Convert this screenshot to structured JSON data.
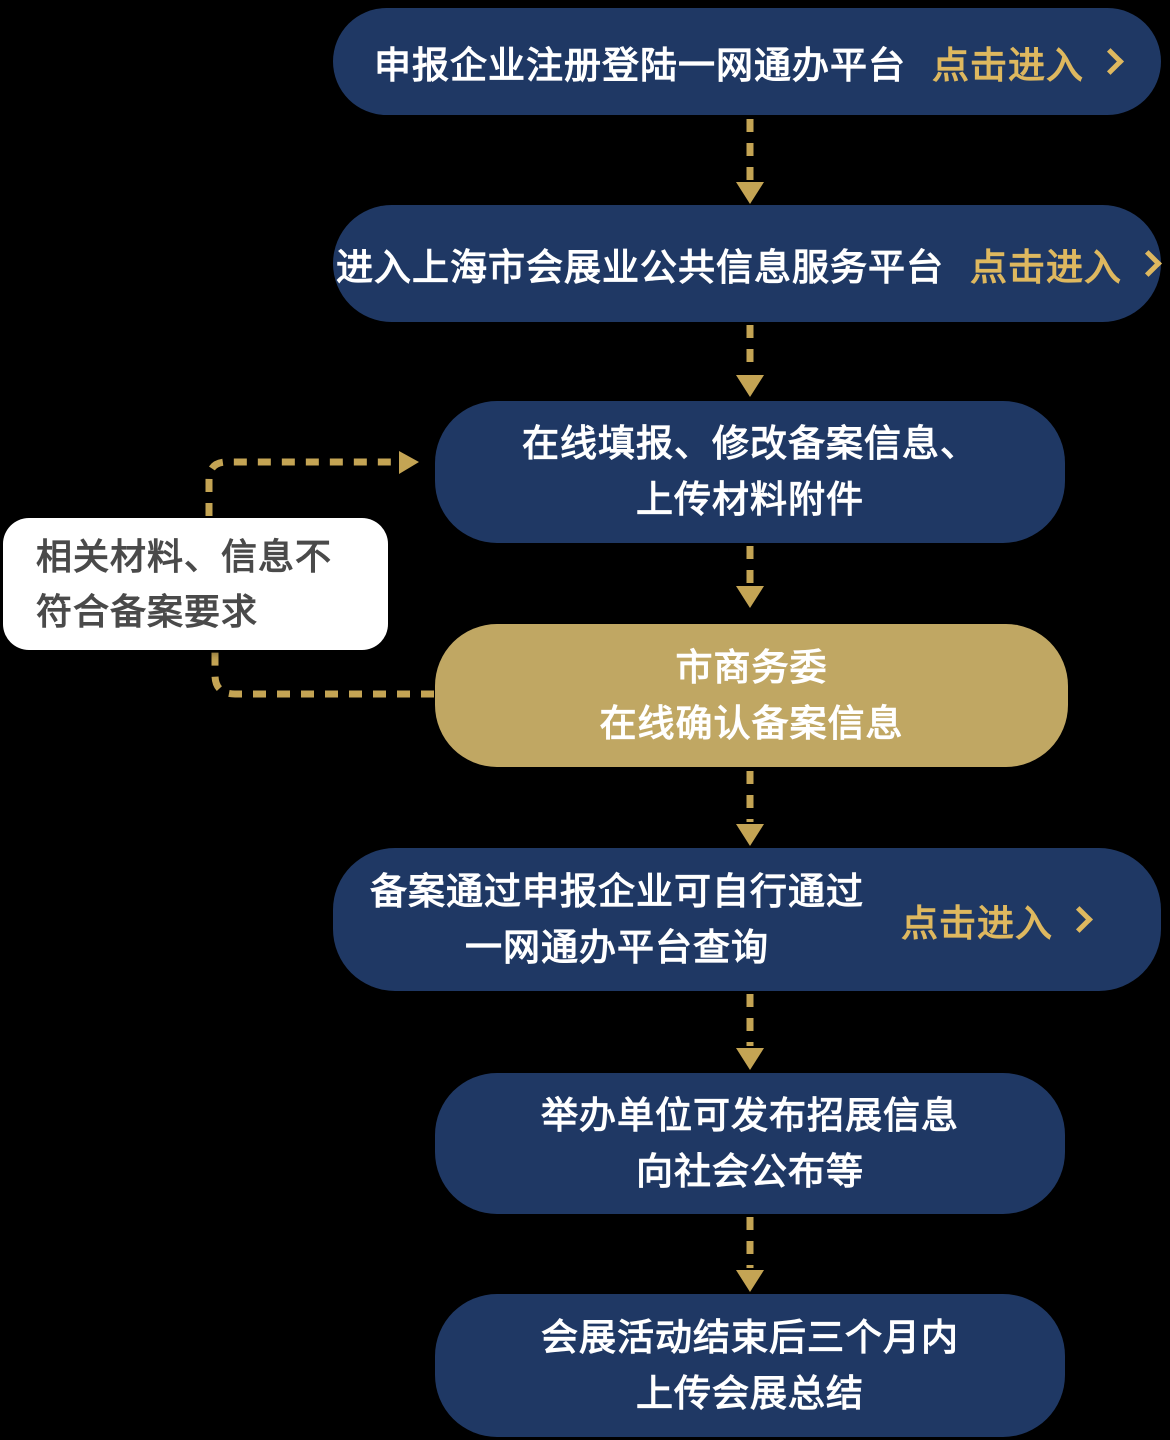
{
  "colors": {
    "background": "#000000",
    "node_navy": "#1F3864",
    "node_gold": "#C0A763",
    "node_text": "#FFFFFF",
    "cta_gold": "#DEB85F",
    "connector_gold": "#C4A454",
    "callout_bg": "#FFFFFF",
    "callout_text": "#4A4A4A"
  },
  "flow": {
    "steps": [
      {
        "title": "申报企业注册登陆一网通办平台",
        "action": "点击进入"
      },
      {
        "title": "进入上海市会展业公共信息服务平台",
        "action": "点击进入"
      },
      {
        "line1": "在线填报、修改备案信息、",
        "line2": "上传材料附件"
      },
      {
        "line1": "市商务委",
        "line2": "在线确认备案信息"
      },
      {
        "line1": "备案通过申报企业可自行通过",
        "line2": "一网通办平台查询",
        "action": "点击进入"
      },
      {
        "line1": "举办单位可发布招展信息",
        "line2": "向社会公布等"
      },
      {
        "line1": "会展活动结束后三个月内",
        "line2": "上传会展总结"
      }
    ],
    "callout": {
      "line1": "相关材料、信息不",
      "line2": "符合备案要求"
    }
  }
}
